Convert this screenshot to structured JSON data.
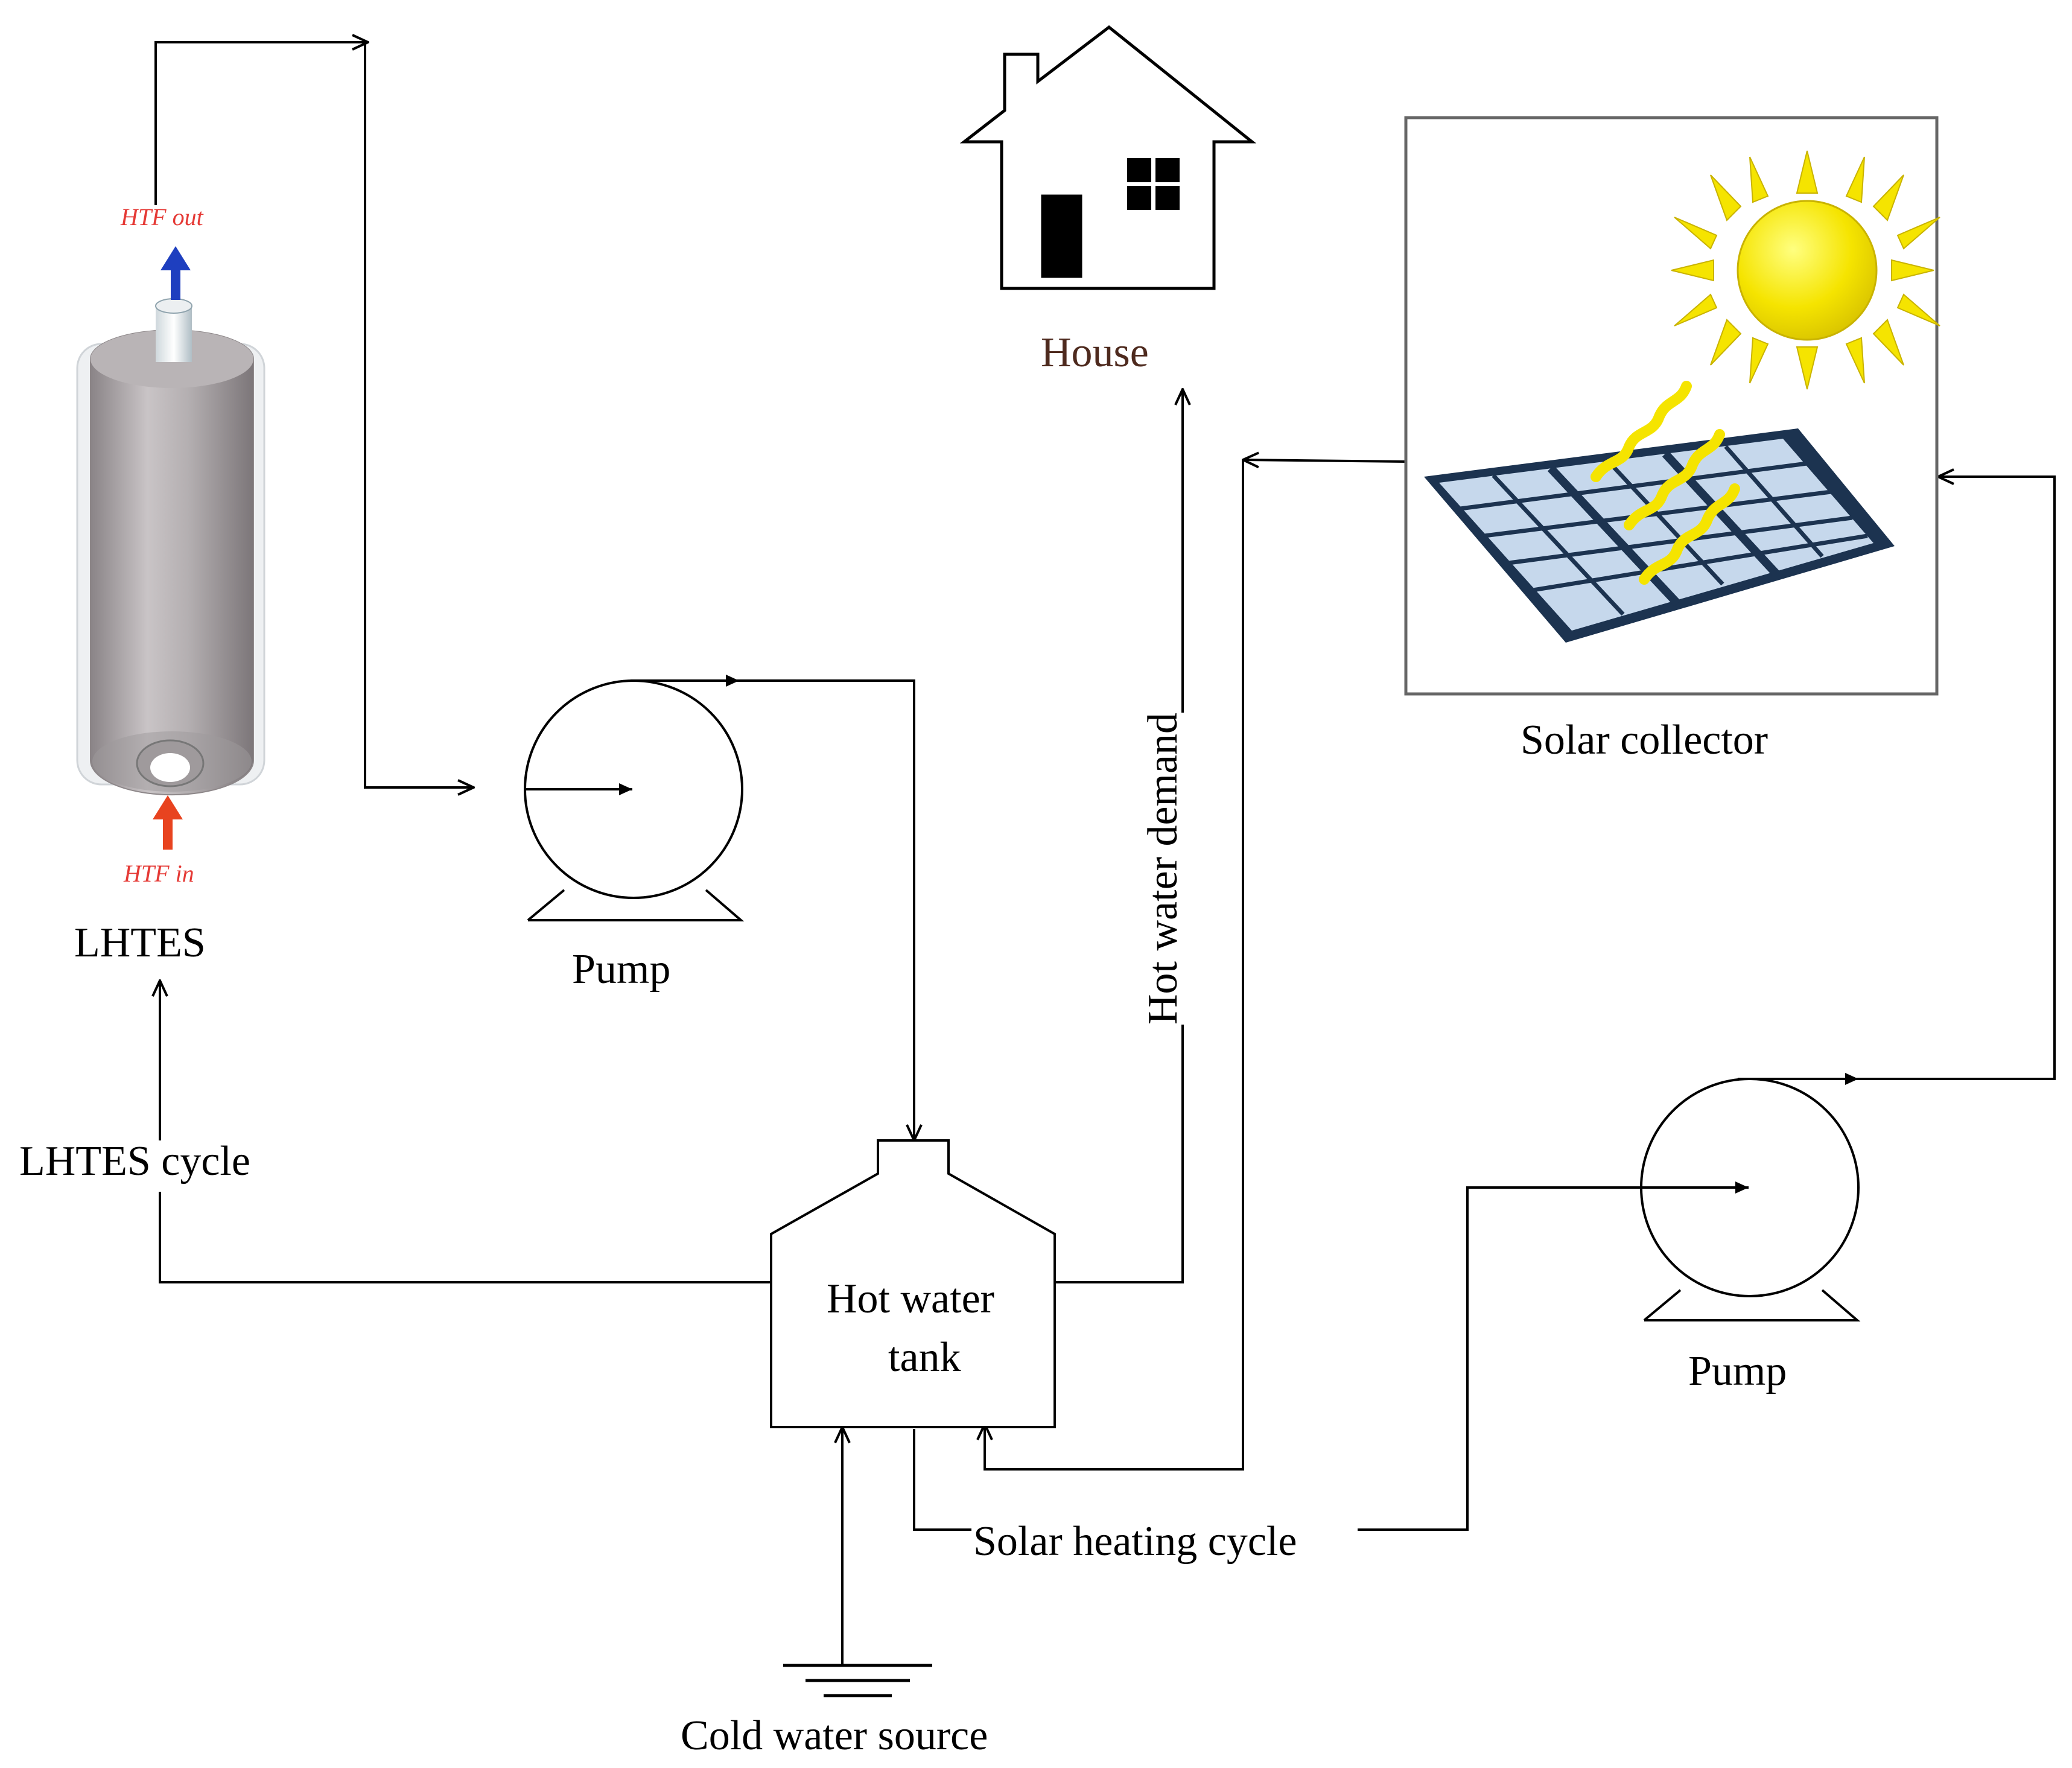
{
  "diagram": {
    "labels": {
      "htf_out": "HTF out",
      "htf_in": "HTF in",
      "lhtes": "LHTES",
      "lhtes_cycle": "LHTES cycle",
      "pump_left": "Pump",
      "pump_right": "Pump",
      "house": "House",
      "hot_water_demand": "Hot water demand",
      "solar_collector": "Solar collector",
      "hot_water_tank_line1": "Hot water",
      "hot_water_tank_line2": "tank",
      "solar_heating_cycle": "Solar heating cycle",
      "cold_water_source": "Cold water source"
    },
    "colors": {
      "line": "#000000",
      "htf_text": "#e53935",
      "htf_out_arrow": "#1e3fbf",
      "htf_in_arrow": "#e8431f",
      "house_label": "#4e2a1e",
      "sun": "#f5e400",
      "panel_frame": "#1c3350",
      "panel_cell": "#c6d8ec",
      "collector_box": "#666666"
    }
  }
}
